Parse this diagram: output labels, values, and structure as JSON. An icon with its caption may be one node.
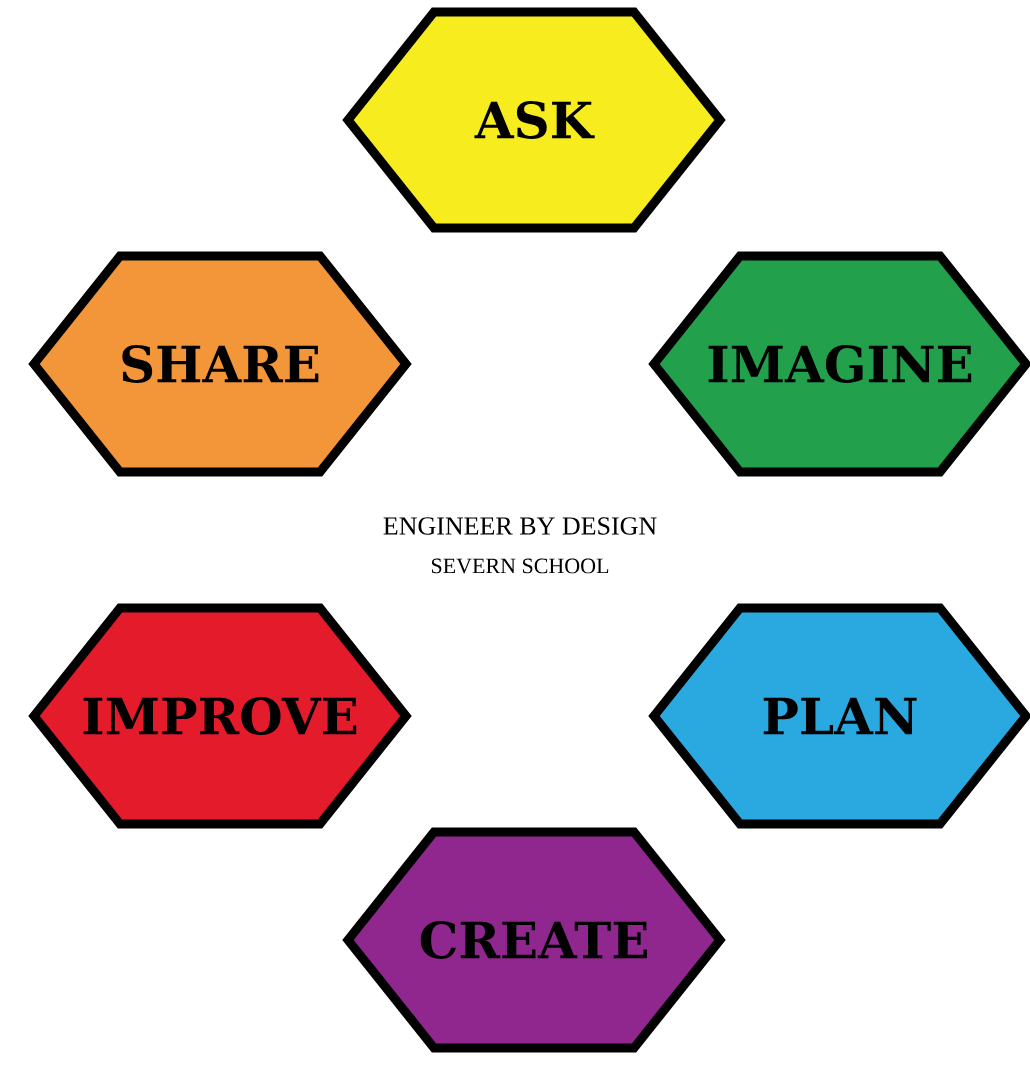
{
  "diagram": {
    "nodes": [
      {
        "text": [
          "ASK"
        ]
      },
      {
        "text": [
          "IMAGINE"
        ]
      },
      {
        "text": [
          "PLAN"
        ]
      },
      {
        "text": [
          "CREATE"
        ]
      },
      {
        "text": [
          "IMPROVE"
        ]
      },
      {
        "text": [
          "SHARE"
        ]
      }
    ],
    "labels": [
      "ENGINEER BY DESIGN",
      "SEVERN SCHOOL"
    ]
  }
}
